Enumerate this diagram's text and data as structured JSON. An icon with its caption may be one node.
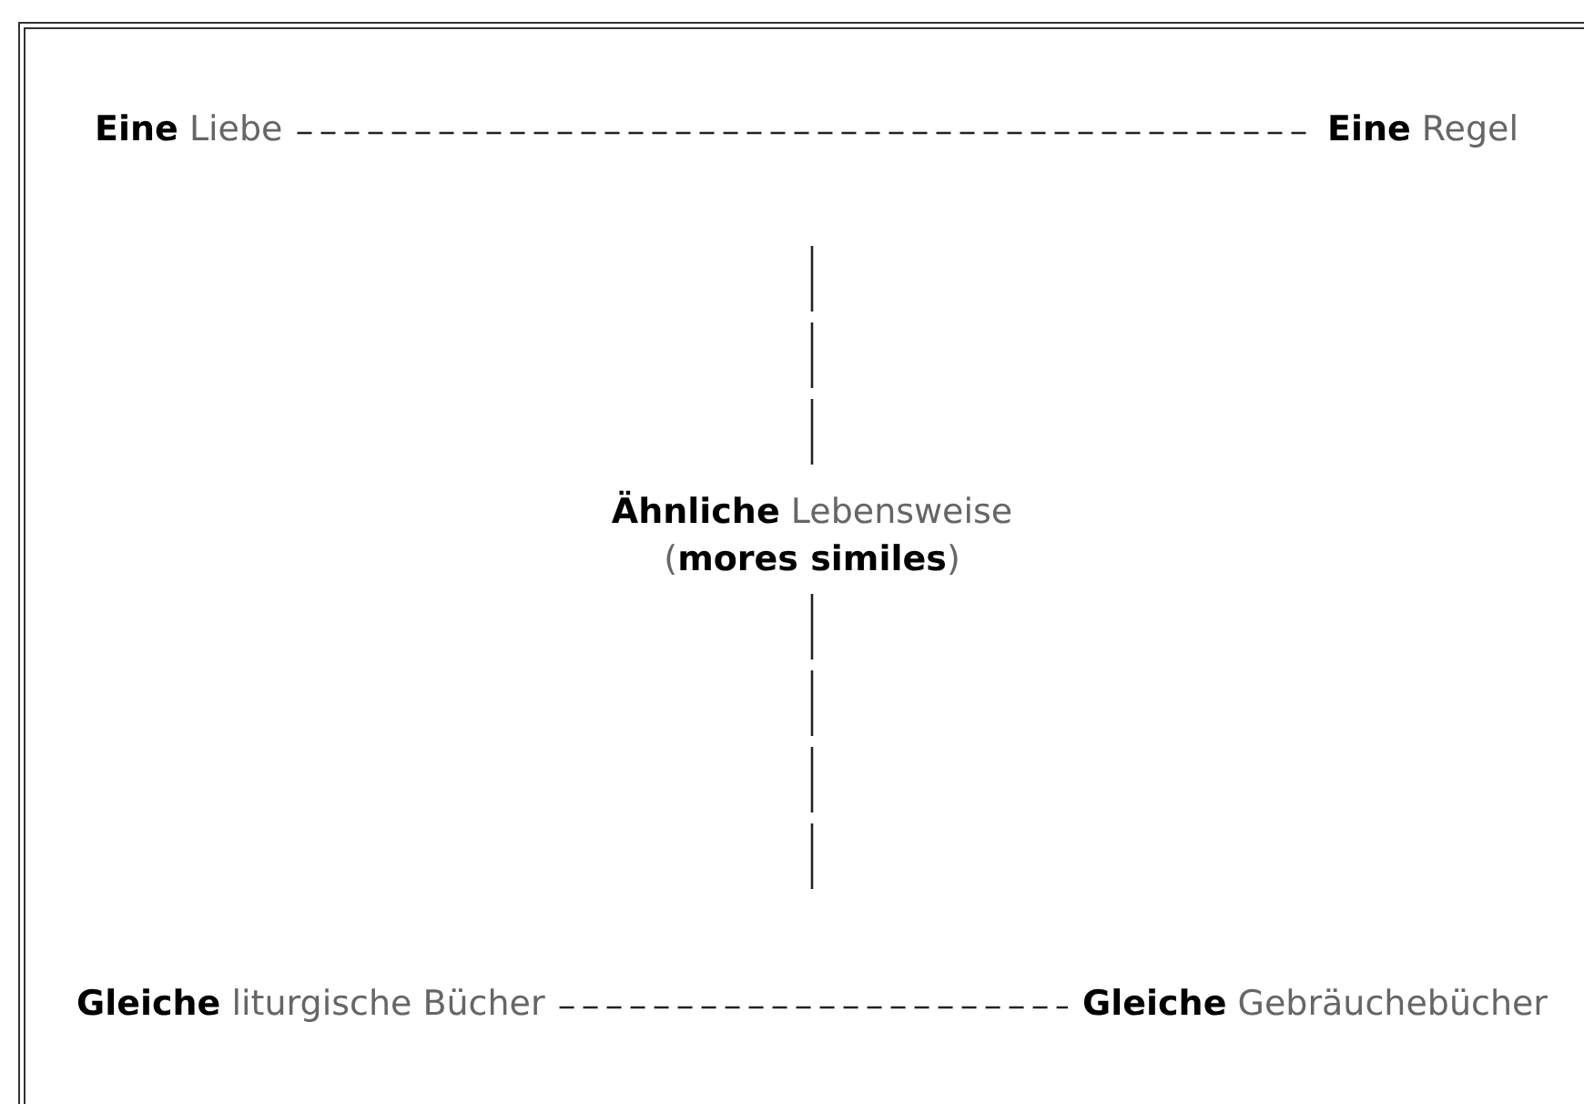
{
  "diagram": {
    "nodes": [
      {
        "text": [
          "**Eine** Liebe"
        ]
      },
      {
        "text": [
          "**Eine** Regel"
        ]
      },
      {
        "text": [
          "**Ähnliche** Lebensweise",
          "(**mores similes**)"
        ]
      },
      {
        "text": [
          "**Gleiche** liturgische Bücher"
        ]
      },
      {
        "text": [
          "**Gleiche** Gebräuchebücher"
        ]
      }
    ],
    "edges": [
      {
        "from": 0,
        "to": 1,
        "arrow": "none",
        "style": "dashed"
      },
      {
        "from": null,
        "to": 2,
        "arrow": "none",
        "style": "dashed"
      },
      {
        "from": 2,
        "to": null,
        "arrow": "none",
        "style": "dashed"
      },
      {
        "from": 3,
        "to": 4,
        "arrow": "none",
        "style": "dashed"
      }
    ]
  }
}
